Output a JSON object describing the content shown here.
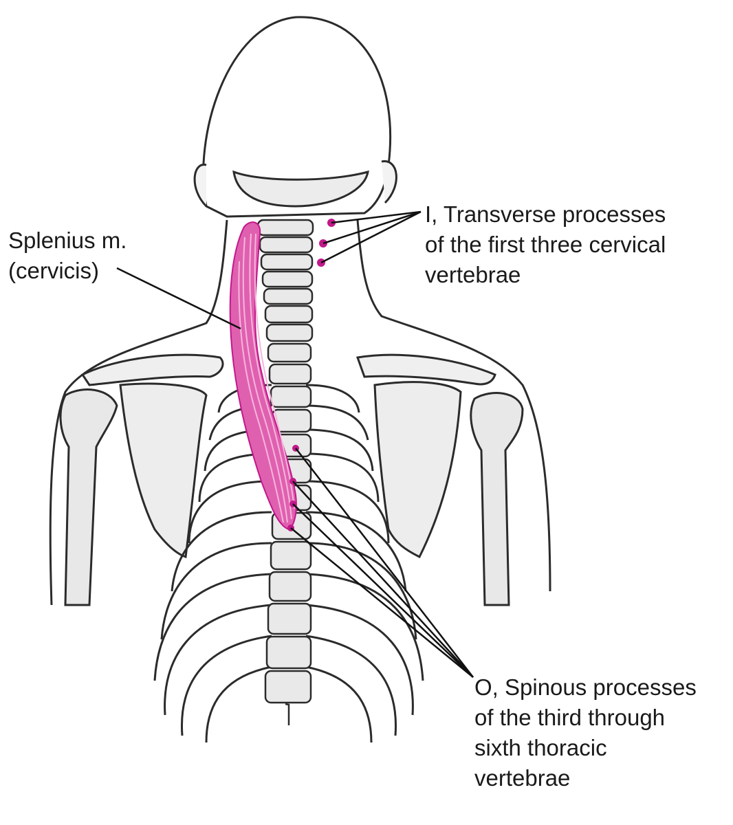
{
  "labels": {
    "splenius": {
      "line1": "Splenius m.",
      "line2": "(cervicis)"
    },
    "insertion": {
      "line1": "I, Transverse processes",
      "line2": "of the first three cervical",
      "line3": "vertebrae"
    },
    "origin": {
      "line1": "O, Spinous processes",
      "line2": "of the third through",
      "line3": "sixth thoracic",
      "line4": "vertebrae"
    }
  },
  "colors": {
    "muscle": "#e060b0",
    "attachment": "#c2188a",
    "bone_fill": "#efefef",
    "outline": "#2b2b2b",
    "leader": "#111111"
  }
}
